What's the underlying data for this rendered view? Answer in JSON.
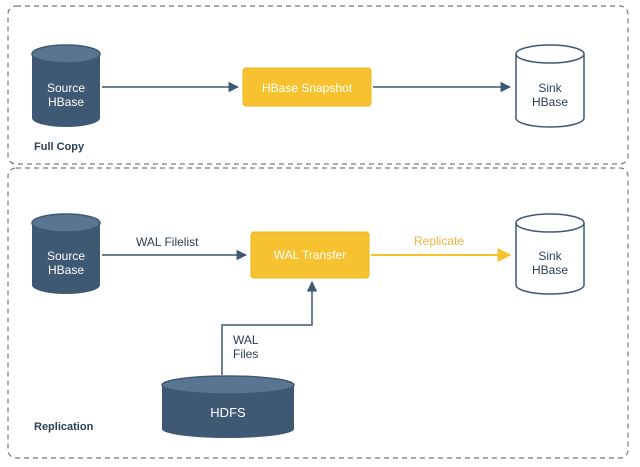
{
  "sections": {
    "full_copy": {
      "label": "Full Copy",
      "source": {
        "line1": "Source",
        "line2": "HBase"
      },
      "process": "HBase Snapshot",
      "sink": {
        "line1": "Sink",
        "line2": "HBase"
      }
    },
    "replication": {
      "label": "Replication",
      "source": {
        "line1": "Source",
        "line2": "HBase"
      },
      "edge_filelist": "WAL Filelist",
      "process": "WAL Transfer",
      "edge_replicate": "Replicate",
      "sink": {
        "line1": "Sink",
        "line2": "HBase"
      },
      "edge_files": {
        "line1": "WAL",
        "line2": "Files"
      },
      "hdfs": "HDFS"
    }
  },
  "colors": {
    "dark_db": "#3f5873",
    "dark_db_top": "#5a7592",
    "light_db": "#ffffff",
    "outline": "#3f5873",
    "process": "#f7c22f",
    "process_border": "#efb51c",
    "arrow": "#3f5873",
    "replicate_arrow": "#f7c22f",
    "replicate_text": "#f0b43a",
    "section_border": "#7a7a7a",
    "text_dark": "#2b3e55"
  }
}
